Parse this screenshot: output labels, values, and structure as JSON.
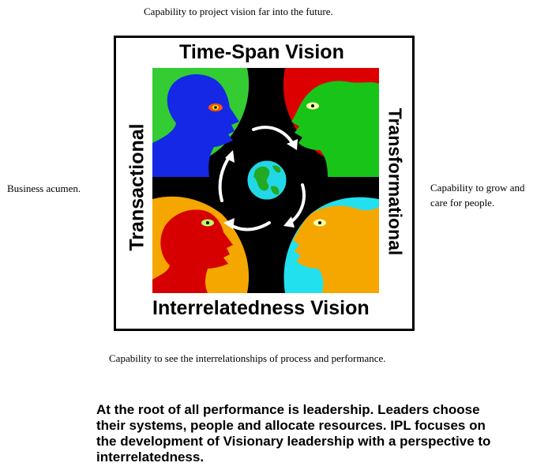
{
  "captions": {
    "top": "Capability to project vision far into the future.",
    "left": "Business acumen.",
    "right": "Capability to grow and care for people.",
    "bottom": "Capability to see the interrelationships of process and performance."
  },
  "frame_labels": {
    "top": "Time-Span Vision",
    "bottom": "Interrelatedness Vision",
    "left": "Transactional",
    "right": "Transformational"
  },
  "illustration": {
    "quadrant_colors": {
      "top_left": "#33cc33",
      "top_right": "#dd0000",
      "bottom_left": "#f5a700",
      "bottom_right": "#22e0ee"
    },
    "head_colors": {
      "top_left": "#1428e6",
      "top_right": "#19c419",
      "bottom_left": "#d60000",
      "bottom_right": "#f5a700"
    },
    "icons": [
      "globe-icon",
      "cycle-arrows-icon"
    ]
  },
  "summary": "At the root of all performance is leadership.  Leaders choose their systems, people and allocate resources. IPL focuses on the development of Visionary leadership with a perspective to interrelatedness."
}
